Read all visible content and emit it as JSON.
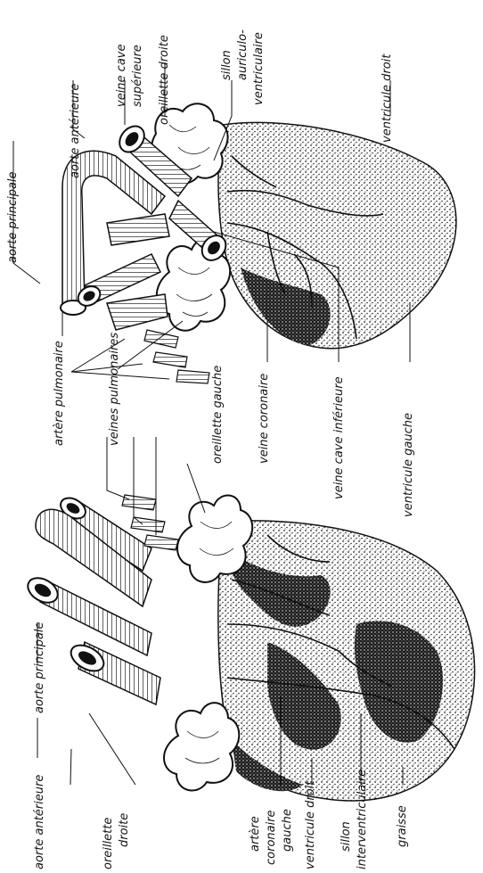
{
  "figure": {
    "top_view": {
      "labels": {
        "aorte_principale": "aorte principale",
        "aorte_anterieure": "aorte antérieure",
        "veine_cave_superieure": "veine cave\nsupérieure",
        "oreillette_droite": "oreillette droite",
        "sillon_auriculo": "sillon\nauriculo-\nventriculaire",
        "ventricule_droit": "ventricule droit",
        "artere_pulmonaire": "artère pulmonaire",
        "veines_pulmonaires": "veines pulmonaires",
        "oreillette_gauche": "oreillette gauche",
        "veine_coronaire": "veine coronaire",
        "veine_cave_inferieure": "veine cave inférieure",
        "ventricule_gauche": "ventricule gauche"
      }
    },
    "bottom_view": {
      "labels": {
        "aorte_anterieure": "aorte antérieure",
        "aorte_principale": "aorte principale",
        "oreillette_droite": "oreillette\ndroite",
        "artere_coronaire_gauche": "artère\ncoronaire\ngauche",
        "ventricule_droit": "ventricule droit",
        "sillon_interventriculaire": "sillon\ninterventriculaire",
        "graisse": "graisse"
      }
    }
  }
}
